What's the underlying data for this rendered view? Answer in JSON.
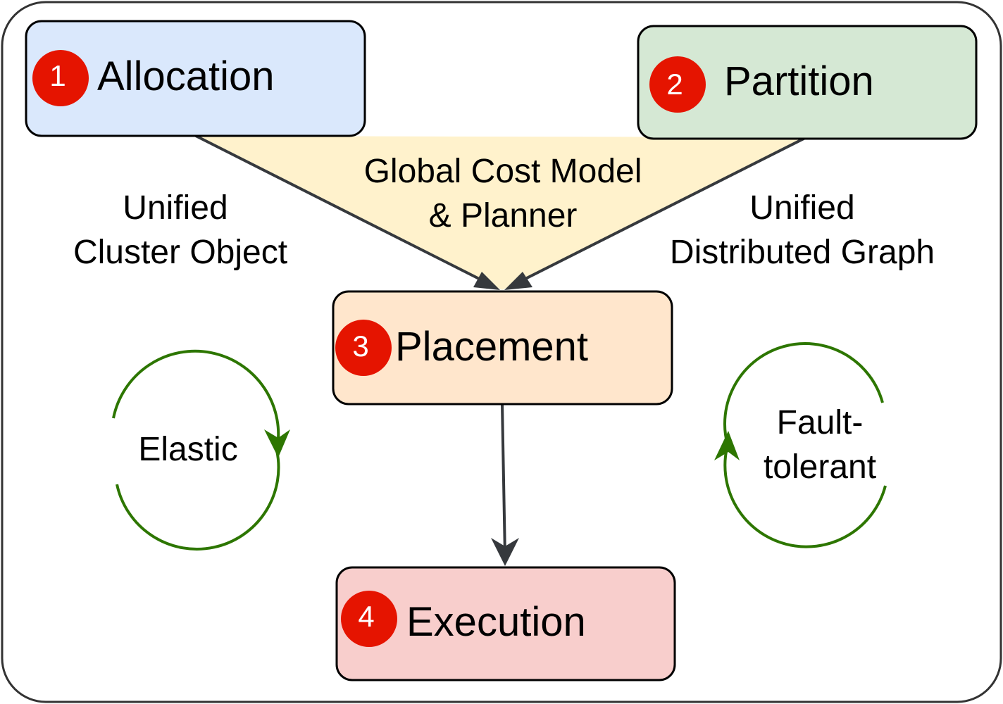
{
  "stages": {
    "allocation": {
      "number": "1",
      "label": "Allocation",
      "fill": "#dae8fc"
    },
    "partition": {
      "number": "2",
      "label": "Partition",
      "fill": "#d5e8d4"
    },
    "placement": {
      "number": "3",
      "label": "Placement",
      "fill": "#ffe6cc"
    },
    "execution": {
      "number": "4",
      "label": "Execution",
      "fill": "#f8cecc"
    }
  },
  "planner": {
    "line1": "Global Cost Model",
    "line2": "& Planner",
    "fill": "#fff2cc"
  },
  "inputs": {
    "left": {
      "line1": "Unified",
      "line2": "Cluster Object"
    },
    "right": {
      "line1": "Unified",
      "line2": "Distributed Graph"
    }
  },
  "properties": {
    "elastic": {
      "label": "Elastic"
    },
    "fault_tolerant": {
      "line1": "Fault-",
      "line2": "tolerant"
    }
  },
  "colors": {
    "badge": "#e51400",
    "arrow": "#36393d",
    "cycle": "#2d7600",
    "outline": "#000000"
  }
}
